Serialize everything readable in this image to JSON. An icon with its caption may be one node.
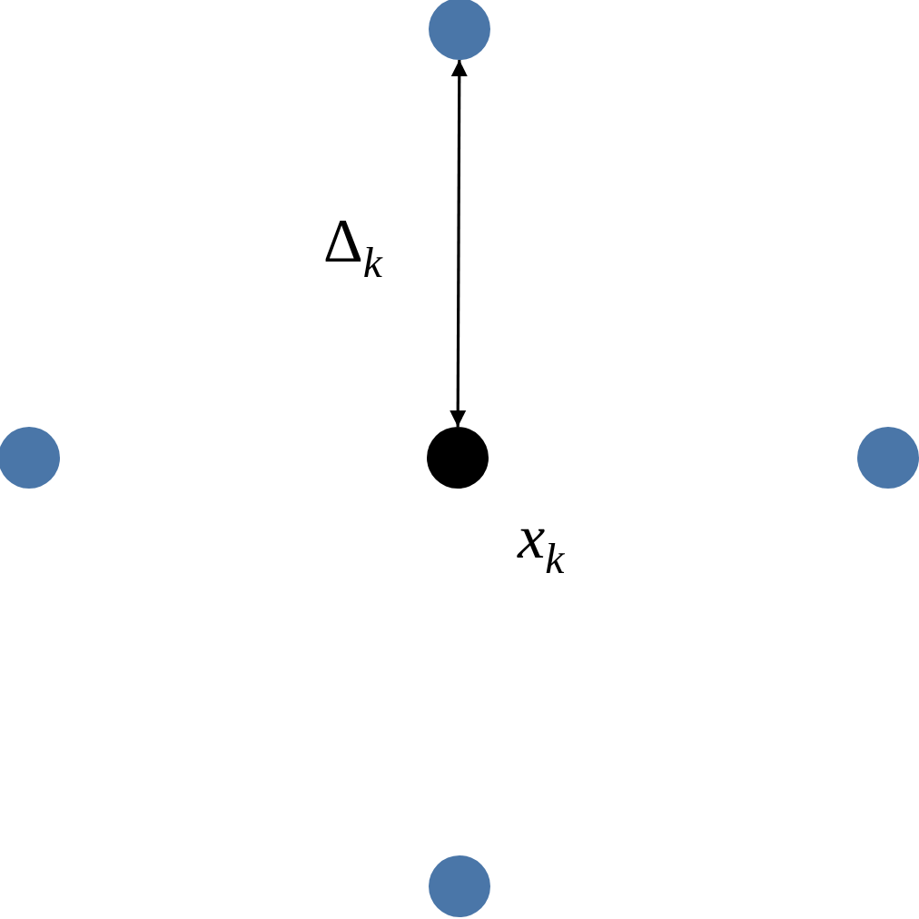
{
  "diagram": {
    "nodes": [
      {
        "text": [],
        "shape": "circle"
      },
      {
        "text": [],
        "shape": "circle"
      },
      {
        "text": [],
        "shape": "circle",
        "beside": [
          "x$_{k}$"
        ]
      },
      {
        "text": [],
        "shape": "circle"
      },
      {
        "text": [],
        "shape": "circle"
      }
    ],
    "edges": [
      {
        "from": 0,
        "to": 2,
        "arrow": "both",
        "label": "Δ$_{k}$"
      }
    ]
  }
}
